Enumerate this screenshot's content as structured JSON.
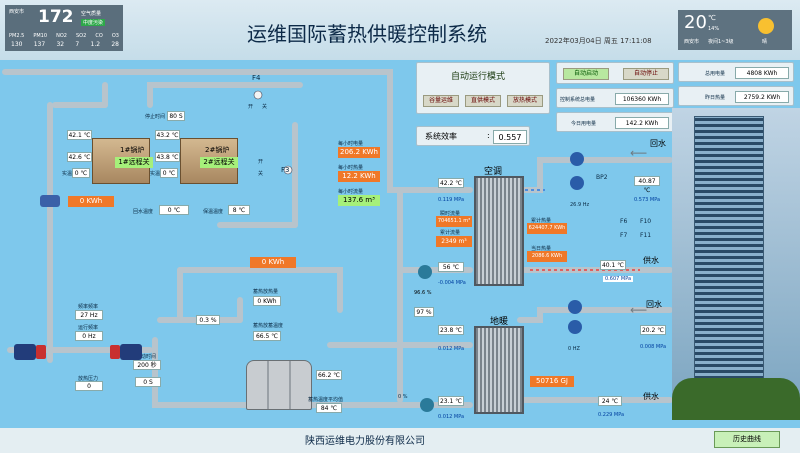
{
  "app": {
    "title": "运维国际蓄热供暖控制系统",
    "datetime": "2022年03月04日 周五 17:11:08",
    "footer": "陕西运维电力股份有限公司",
    "history_button": "历史曲线"
  },
  "air_widget": {
    "city": "西安市",
    "aqi": "172",
    "aqi_unit": "空气质量",
    "aqi_level": "中度污染",
    "labels": [
      "PM2.5",
      "PM10",
      "NO2",
      "SO2",
      "CO",
      "O3"
    ],
    "values": [
      "130",
      "137",
      "32",
      "7",
      "1.2",
      "28"
    ]
  },
  "weather_widget": {
    "temp": "20",
    "unit": "℃",
    "humidity": "14%",
    "city": "西安市",
    "range": "夜间1~3级",
    "cond": "晴"
  },
  "auto_mode": {
    "title": "自动运行模式",
    "buttons": [
      "谷量运维",
      "直供模式",
      "放热模式"
    ]
  },
  "controls": {
    "start": "自动启动",
    "stop": "自动停止"
  },
  "energy": {
    "sys_total_label": "控制系统总电量",
    "sys_total_value": "106360 KWh",
    "today_label": "今日用电量",
    "today_value": "142.2 KWh",
    "total_label": "总用电量",
    "total_value": "4808 KWh",
    "yesterday_label": "昨日热量",
    "yesterday_value": "2759.2 KWh"
  },
  "efficiency": {
    "label": "系统效率",
    "value": "0.557"
  },
  "boilers": {
    "b1_label": "1#锅炉",
    "b1_remote": "1#远程关",
    "b2_label": "2#锅炉",
    "b2_remote": "2#远程关",
    "t1": "42.1 ℃",
    "t2": "42.6 ℃",
    "t3": "43.2 ℃",
    "t4": "43.8 ℃",
    "stop_label": "停止时间",
    "stop_val": "80 S",
    "real_label": "实温",
    "real_val1": "0 ℃",
    "real_val2": "0 ℃",
    "kwh": "0 KWh",
    "ret_label": "回水温度",
    "ret_val": "0 ℃",
    "hold_label": "保温温度",
    "hold_val": "8 ℃"
  },
  "hourly": {
    "l1": "每小时电量",
    "v1": "206.2 KWh",
    "l2": "每小时热量",
    "v2": "12.2 KWh",
    "l3": "每小时流量",
    "v3": "137.6 m³"
  },
  "f_labels": {
    "f4": "F4",
    "f3": "F3",
    "on": "开",
    "off": "关",
    "f6": "F6",
    "f10": "F10",
    "f7": "F7",
    "f11": "F11",
    "bp2": "BP2"
  },
  "ac": {
    "title": "空调",
    "in_temp": "42.2 ℃",
    "in_pres": "0.119 MPa",
    "flow_label": "瞬时流量",
    "flow_val": "704651.1 m³",
    "acc_label": "累计流量",
    "acc_val": "2349 m³",
    "total_label": "累计热量",
    "total_val": "624407.7 KWh",
    "today_label": "当日热量",
    "today_val": "2086.6 KWh",
    "out_temp": "56 ℃",
    "out_pres": "-0.004 MPa",
    "hz": "26.9 Hz",
    "ret_temp": "40.87 ℃",
    "ret_pres": "0.573 MPa",
    "sup_temp": "40.1 ℃",
    "sup_pres": "0.607 MPa",
    "return_label": "回水",
    "supply_label": "供水",
    "valve_pct": "96.6 %",
    "valve2_pct": "97 %"
  },
  "floor": {
    "title": "地暖",
    "in_temp": "23.8 ℃",
    "in_pres": "0.012 MPa",
    "out_temp": "23.1 ℃",
    "out_pres": "0.012 MPa",
    "pct": "0 %",
    "heat": "50716 GJ",
    "hz": "0 HZ",
    "ret_temp": "20.2 ℃",
    "ret_pres": "0.008 MPa",
    "sup_temp": "24 ℃",
    "sup_pres": "0.229 MPa",
    "return_label": "回水",
    "supply_label": "供水"
  },
  "storage": {
    "kwh": "0 KWh",
    "heat_label": "蓄热放热量",
    "heat_val": "0 KWh",
    "temp_label": "蓄热放蓄温度",
    "temp_val": "66.5 ℃",
    "t1": "66.2 ℃",
    "bot_label": "蓄热温度平均值",
    "bot_val": "84 ℃",
    "valve_pct": "0.3 %"
  },
  "pump": {
    "f_label": "频率频率",
    "f_val": "27 Hz",
    "s_label": "运行频率",
    "s_val": "0 Hz",
    "st_label": "启动时间",
    "st_val": "200 秒",
    "r_val": "0 S",
    "p_label": "放热压力",
    "p_val": "0"
  }
}
